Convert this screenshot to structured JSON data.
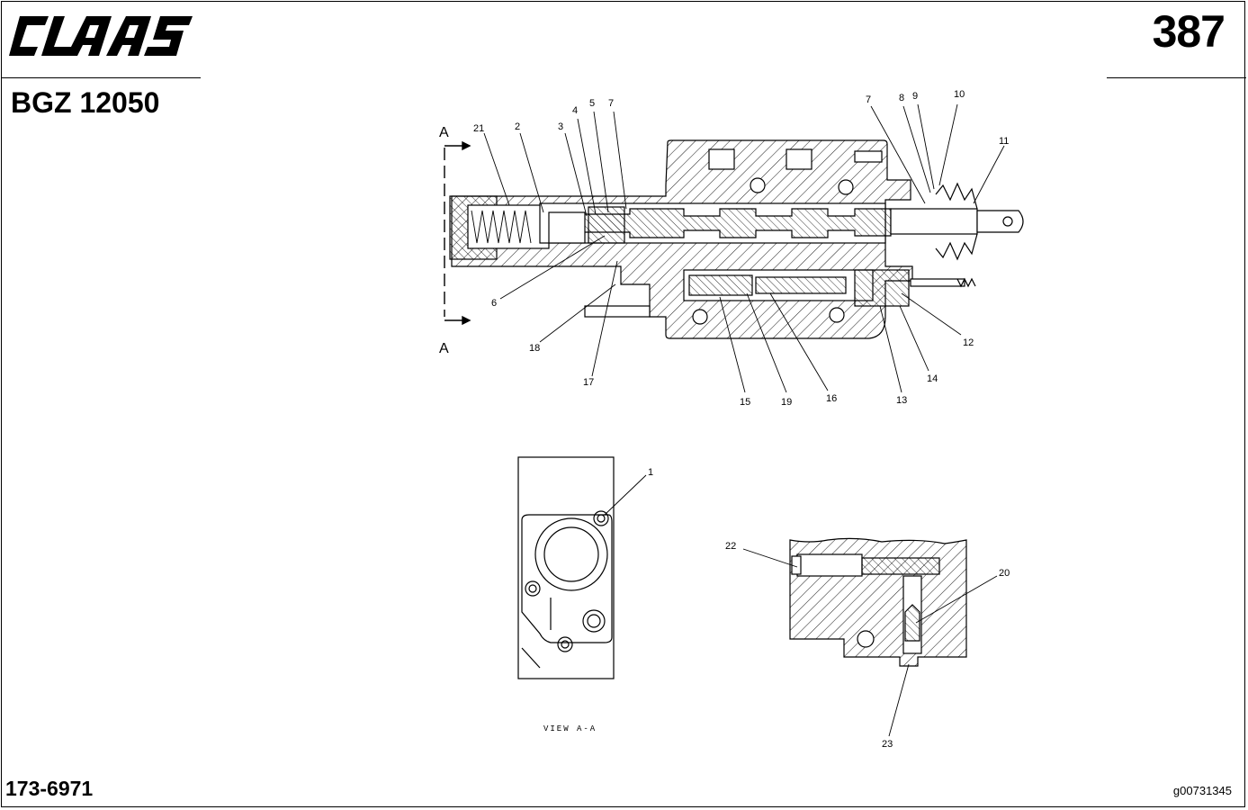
{
  "header": {
    "brand": "CLAAS",
    "page_number": "387",
    "model": "BGZ 12050"
  },
  "footer": {
    "part_number": "173-6971",
    "image_ref": "g00731345"
  },
  "section_marks": {
    "top": "A",
    "bottom": "A"
  },
  "view_label": "VIEW A-A",
  "callouts": {
    "c1": "1",
    "c2": "2",
    "c3": "3",
    "c4": "4",
    "c5": "5",
    "c6": "6",
    "c7a": "7",
    "c7b": "7",
    "c8": "8",
    "c9": "9",
    "c10": "10",
    "c11": "11",
    "c12": "12",
    "c13": "13",
    "c14": "14",
    "c15": "15",
    "c16": "16",
    "c17": "17",
    "c18": "18",
    "c19": "19",
    "c20": "20",
    "c21": "21",
    "c22": "22",
    "c23": "23"
  }
}
